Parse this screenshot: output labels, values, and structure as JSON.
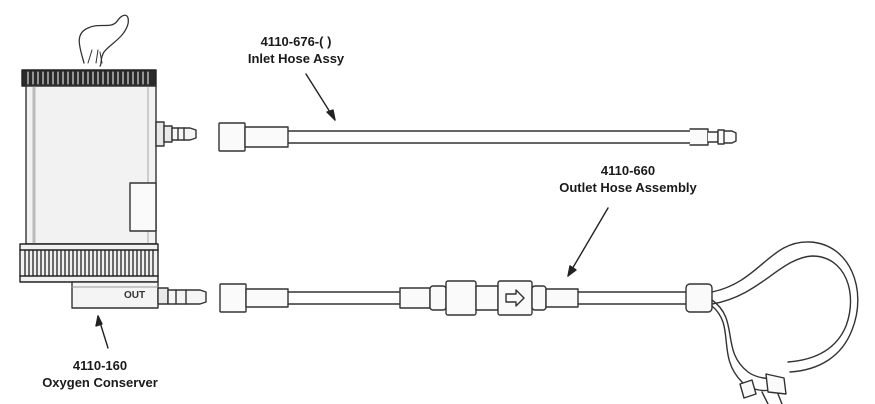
{
  "labels": {
    "inlet_hose": {
      "part_number": "4110-676-( )",
      "name": "Inlet Hose Assy"
    },
    "outlet_hose": {
      "part_number": "4110-660",
      "name": "Outlet Hose Assembly"
    },
    "conserver": {
      "part_number": "4110-160",
      "name": "Oxygen Conserver"
    },
    "out_port": "OUT"
  },
  "colors": {
    "line": "#333333",
    "body_fill": "#f2f2f2",
    "knurl": "#2a2a2a"
  }
}
